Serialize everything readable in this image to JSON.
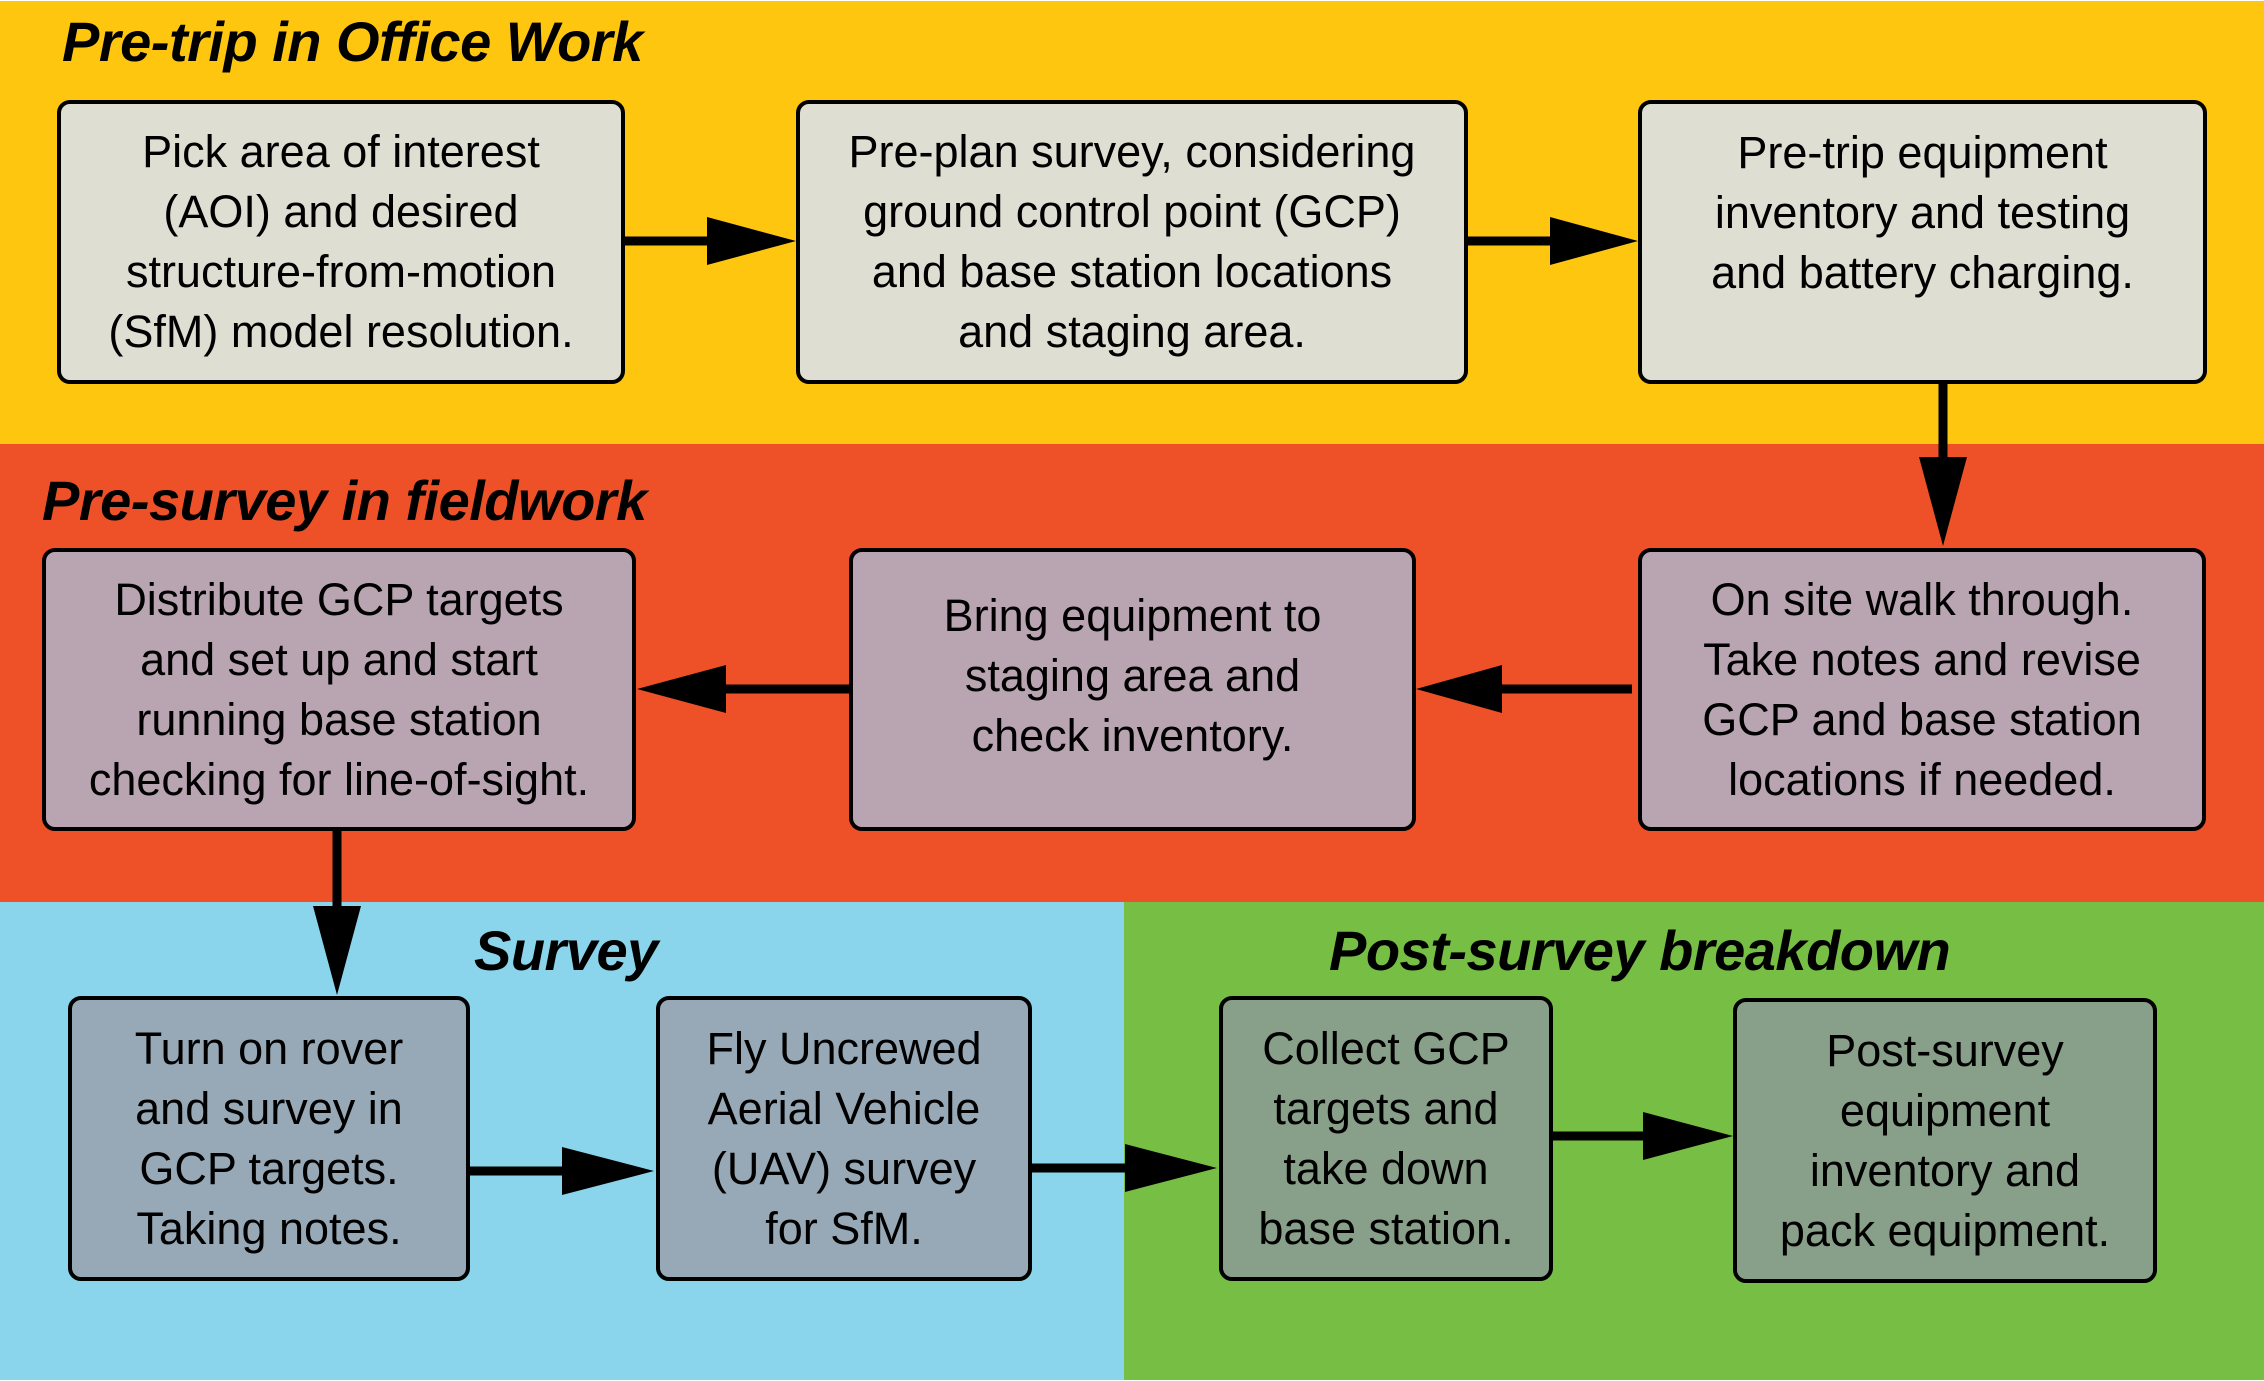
{
  "diagram": {
    "type": "flowchart",
    "sections": [
      {
        "id": "pretrip",
        "title": "Pre-trip in Office Work",
        "color": "#FFC60F",
        "box_color": "#DEDED3",
        "steps": [
          {
            "id": "s1",
            "text": "Pick area of interest\n(AOI) and desired\nstructure-from-motion\n(SfM) model resolution."
          },
          {
            "id": "s2",
            "text": "Pre-plan survey, considering\nground control point (GCP)\nand base station locations\nand staging area."
          },
          {
            "id": "s3",
            "text": "Pre-trip equipment\ninventory and testing\nand battery charging."
          }
        ]
      },
      {
        "id": "presurvey",
        "title": "Pre-survey in fieldwork",
        "color": "#EE5128",
        "box_color": "#B9A4B1",
        "steps": [
          {
            "id": "s4",
            "text": "On site walk through.\nTake notes and revise\nGCP and base station\nlocations if needed."
          },
          {
            "id": "s5",
            "text": "Bring equipment to\nstaging area and\ncheck inventory."
          },
          {
            "id": "s6",
            "text": "Distribute GCP targets\nand set up and start\nrunning base station\nchecking for line-of-sight."
          }
        ]
      },
      {
        "id": "survey",
        "title": "Survey",
        "color": "#8AD5EC",
        "box_color": "#97A9B6",
        "steps": [
          {
            "id": "s7",
            "text": "Turn on rover\nand survey in\nGCP targets.\nTaking notes."
          },
          {
            "id": "s8",
            "text": "Fly Uncrewed\nAerial Vehicle\n(UAV) survey\nfor SfM."
          }
        ]
      },
      {
        "id": "post",
        "title": "Post-survey breakdown",
        "color": "#76BF44",
        "box_color": "#889F89",
        "steps": [
          {
            "id": "s9",
            "text": "Collect GCP\ntargets and\ntake down\nbase station."
          },
          {
            "id": "s10",
            "text": "Post-survey\nequipment\ninventory and\npack equipment."
          }
        ]
      }
    ],
    "edges": [
      {
        "from": "s1",
        "to": "s2"
      },
      {
        "from": "s2",
        "to": "s3"
      },
      {
        "from": "s3",
        "to": "s4"
      },
      {
        "from": "s4",
        "to": "s5"
      },
      {
        "from": "s5",
        "to": "s6"
      },
      {
        "from": "s6",
        "to": "s7"
      },
      {
        "from": "s7",
        "to": "s8"
      },
      {
        "from": "s8",
        "to": "s9"
      },
      {
        "from": "s9",
        "to": "s10"
      }
    ]
  }
}
